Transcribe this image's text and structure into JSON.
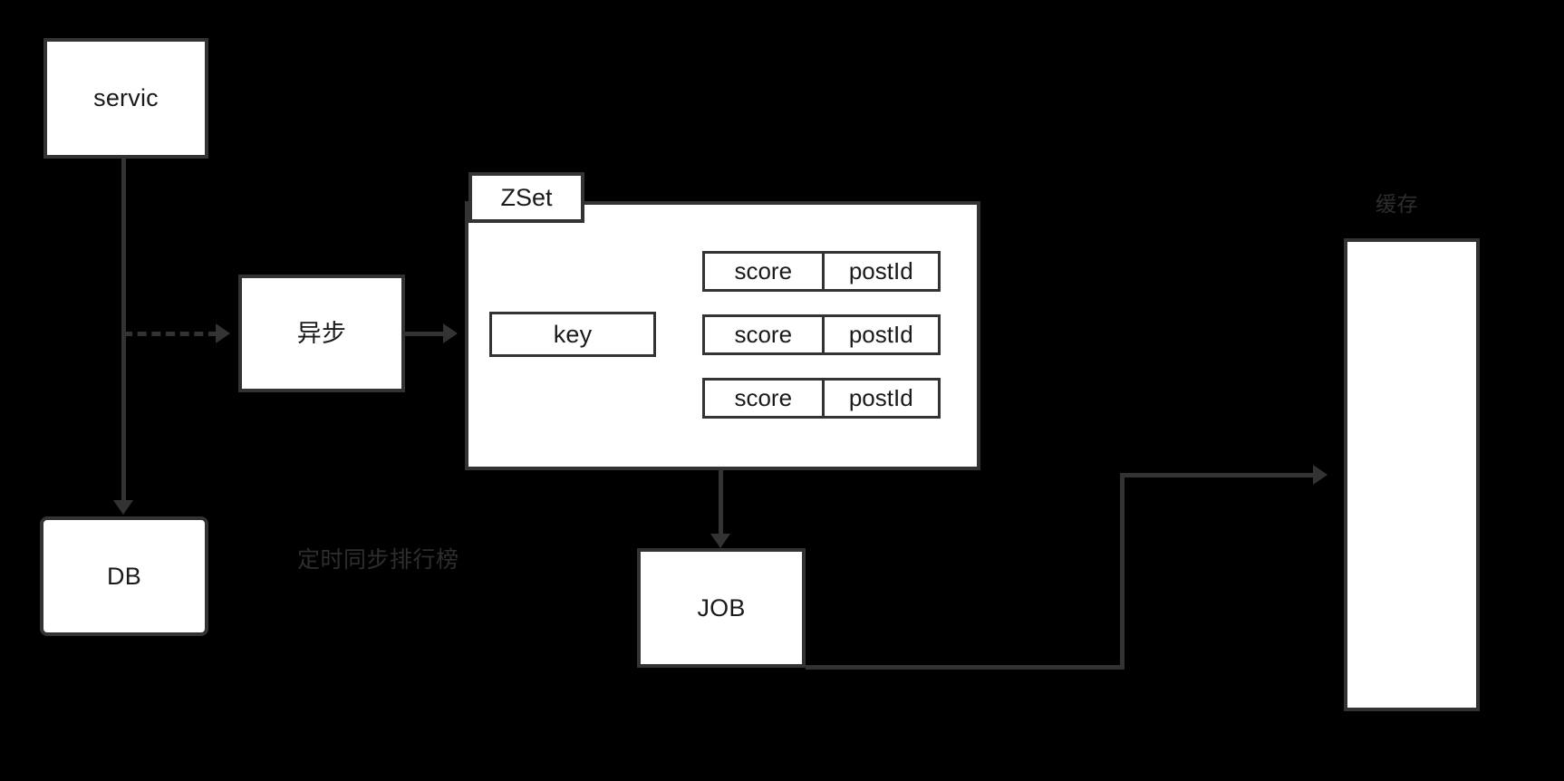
{
  "diagram": {
    "title": "Redis ZSet ranking flow",
    "background_color": "#000000",
    "stroke_color": "#333333",
    "node_fill": "#ffffff",
    "text_color": "#1a1a1a",
    "faint_text_color": "#2e2e2e"
  },
  "nodes": {
    "service": {
      "label": "servic"
    },
    "db": {
      "label": "DB"
    },
    "async": {
      "label": "异步"
    },
    "zset_tab": {
      "label": "ZSet"
    },
    "key": {
      "label": "key"
    },
    "job": {
      "label": "JOB"
    },
    "right_panel": {
      "label": ""
    }
  },
  "pairs": [
    {
      "score": "score",
      "postid": "postId"
    },
    {
      "score": "score",
      "postid": "postId"
    },
    {
      "score": "score",
      "postid": "postId"
    }
  ],
  "annotations": {
    "bottom_left": "定时同步排行榜",
    "top_right": "缓存"
  },
  "edges": [
    {
      "from": "service",
      "to": "db",
      "style": "solid",
      "arrow": "down"
    },
    {
      "from": "service",
      "to": "async",
      "style": "dashed",
      "arrow": "right"
    },
    {
      "from": "async",
      "to": "zset",
      "style": "solid",
      "arrow": "right"
    },
    {
      "from": "zset",
      "to": "job",
      "style": "solid",
      "arrow": "down"
    },
    {
      "from": "job",
      "to": "right_panel",
      "style": "solid",
      "arrow": "right"
    }
  ]
}
